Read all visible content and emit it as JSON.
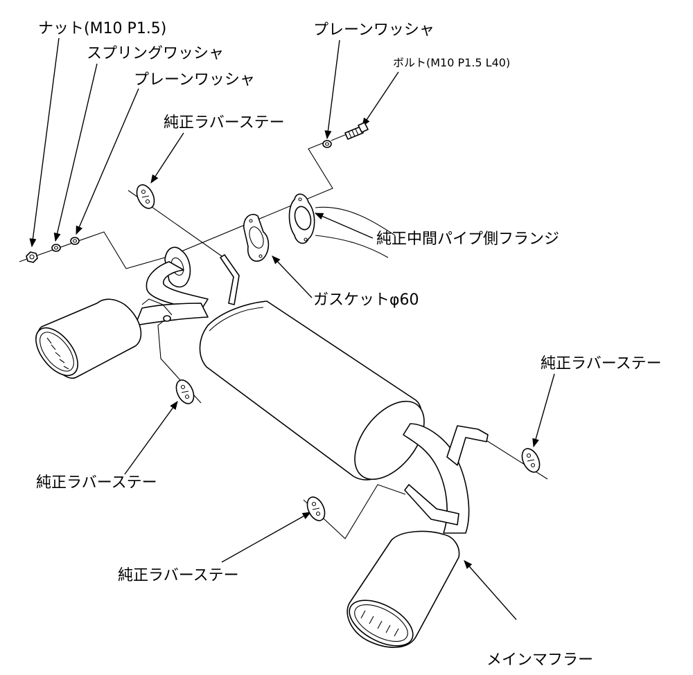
{
  "labels": {
    "nut": "ナット(M10 P1.5)",
    "spring_washer": "スプリングワッシャ",
    "plain_washer_left": "プレーンワッシャ",
    "plain_washer_top": "プレーンワッシャ",
    "bolt": "ボルト(M10 P1.5 L40)",
    "rubber_stay_top": "純正ラバーステー",
    "oem_flange": "純正中間パイプ側フランジ",
    "gasket": "ガスケットφ60",
    "rubber_stay_right": "純正ラバーステー",
    "rubber_stay_left": "純正ラバーステー",
    "rubber_stay_bottom": "純正ラバーステー",
    "main_muffler": "メインマフラー"
  }
}
